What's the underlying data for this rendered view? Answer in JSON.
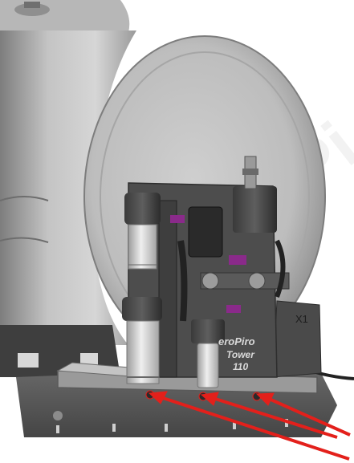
{
  "render": {
    "description_label": "Rendering of a tank-mounted pump and filter assembly with arrows pointing at bracket mounting points",
    "plate": {
      "brand_line": "eroPiro",
      "model_line": "Tower",
      "number_line": "110"
    },
    "badge": "X1",
    "watermark": "AeroPi",
    "arrow_color": "#e3201b",
    "accent_color": "#8a2a8a",
    "arrow_count": 3
  }
}
